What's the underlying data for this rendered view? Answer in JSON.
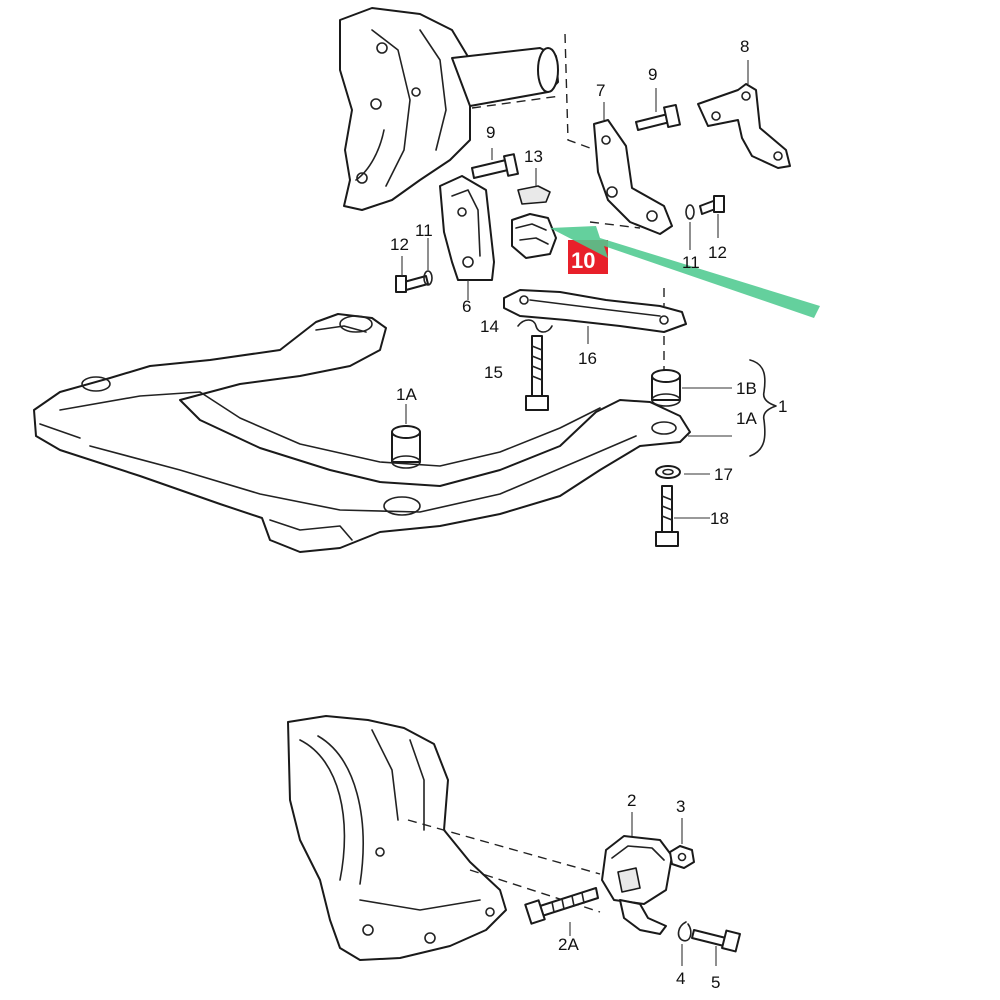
{
  "callouts": {
    "c1": "1",
    "c1a_center": "1A",
    "c1a_right": "1A",
    "c1b": "1B",
    "c2": "2",
    "c2a": "2A",
    "c3": "3",
    "c4": "4",
    "c5": "5",
    "c6": "6",
    "c7": "7",
    "c8": "8",
    "c9_left": "9",
    "c9_right": "9",
    "c10": "10",
    "c11_left": "11",
    "c11_right": "11",
    "c12_left": "12",
    "c12_right": "12",
    "c13": "13",
    "c14": "14",
    "c15": "15",
    "c16": "16",
    "c17": "17",
    "c18": "18"
  },
  "colors": {
    "highlight_badge": "#e8202a",
    "arrow": "#4fc98f",
    "line": "#222222"
  }
}
